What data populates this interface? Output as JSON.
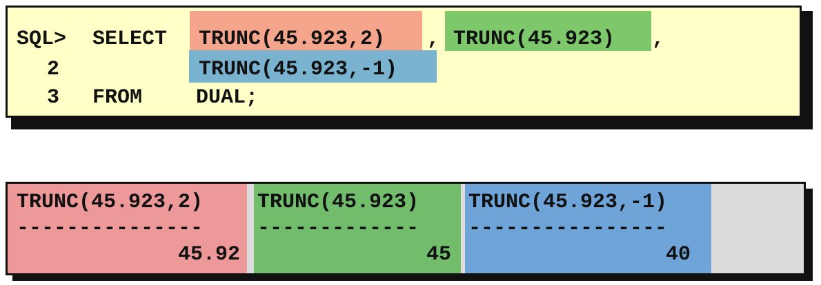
{
  "colors": {
    "query_background": "#ffffc8",
    "highlight_col1": "#f4a58c",
    "highlight_col2": "#7cc86a",
    "highlight_col3": "#7ab3cf",
    "result_col1": "#ee9999",
    "result_col2": "#72bd6c",
    "result_col3": "#6fa4d8",
    "result_empty": "#dcdcdc",
    "border": "#111111"
  },
  "query": {
    "line1": {
      "prompt": "SQL>",
      "keyword": "SELECT",
      "expr1": "TRUNC(45.923,2)",
      "sep1": ",",
      "expr2": "TRUNC(45.923)",
      "sep2": ","
    },
    "line2": {
      "line_no": "2",
      "expr3": "TRUNC(45.923,-1)"
    },
    "line3": {
      "line_no": "3",
      "keyword": "FROM",
      "table": "DUAL;"
    }
  },
  "result": {
    "columns": [
      {
        "header": "TRUNC(45.923,2)",
        "underline": "---------------",
        "value": "45.92"
      },
      {
        "header": "TRUNC(45.923)",
        "underline": "-------------",
        "value": "45"
      },
      {
        "header": "TRUNC(45.923,-1)",
        "underline": "----------------",
        "value": "40"
      }
    ]
  }
}
